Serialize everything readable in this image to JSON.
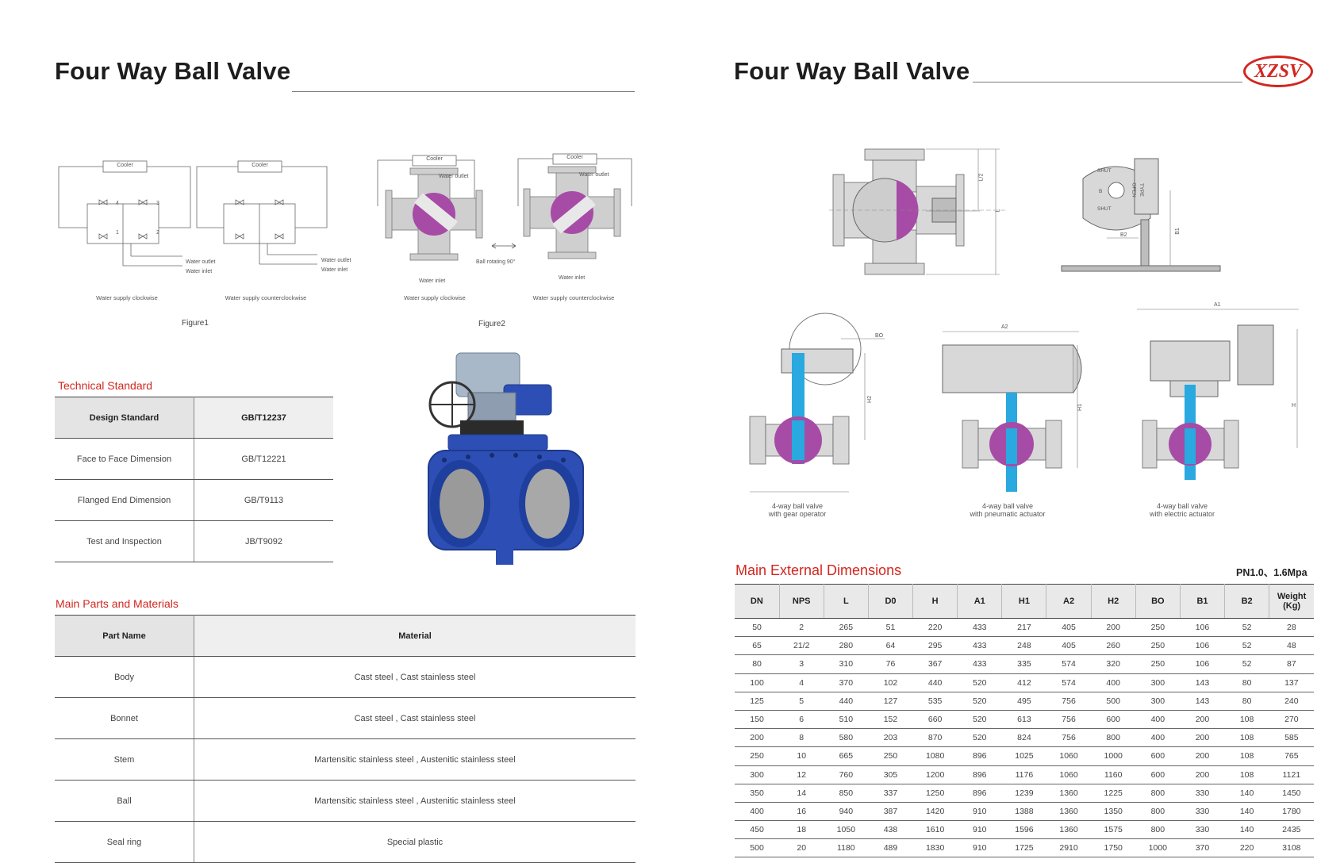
{
  "left": {
    "title": "Four Way Ball Valve",
    "figure1": {
      "label": "Figure1",
      "cooler": "Cooler",
      "valve_numbers": [
        "1",
        "2",
        "3",
        "4"
      ],
      "outlet": "Water outlet",
      "inlet": "Water inlet",
      "caption_cw": "Water supply clockwise",
      "caption_ccw": "Water supply counterclockwise"
    },
    "figure2": {
      "label": "Figure2",
      "cooler": "Cooler",
      "outlet": "Water outlet",
      "inlet": "Water inlet",
      "rotating": "Ball rotating 90°",
      "caption_cw": "Water supply clockwise",
      "caption_ccw": "Water supply counterclockwise"
    },
    "technical_standard": {
      "heading": "Technical Standard",
      "header": [
        "Design Standard",
        "GB/T12237"
      ],
      "rows": [
        [
          "Face to Face Dimension",
          "GB/T12221"
        ],
        [
          "Flanged End Dimension",
          "GB/T9113"
        ],
        [
          "Test and Inspection",
          "JB/T9092"
        ]
      ]
    },
    "parts": {
      "heading": "Main Parts and Materials",
      "header": [
        "Part Name",
        "Material"
      ],
      "rows": [
        [
          "Body",
          "Cast steel , Cast stainless steel"
        ],
        [
          "Bonnet",
          "Cast steel , Cast stainless steel"
        ],
        [
          "Stem",
          "Martensitic stainless steel , Austenitic stainless steel"
        ],
        [
          "Ball",
          "Martensitic stainless steel , Austenitic stainless steel"
        ],
        [
          "Seal ring",
          "Special plastic"
        ]
      ]
    }
  },
  "right": {
    "title": "Four Way Ball Valve",
    "logo": "XZSV",
    "drawing_labels": {
      "l2": "L/2",
      "l": "L",
      "shut": "SHUT",
      "open": "OPEN",
      "b": "B",
      "type": "TYPE",
      "b1": "B1",
      "b2": "B2",
      "bo": "BO",
      "a1": "A1",
      "a2": "A2",
      "h": "H",
      "h1": "H1",
      "h2": "H2"
    },
    "captions": {
      "gear_l1": "4-way ball valve",
      "gear_l2": "with gear  operator",
      "pneu_l1": "4-way ball valve",
      "pneu_l2": "with pneumatic  actuator",
      "elec_l1": "4-way ball valve",
      "elec_l2": "with electric actuator"
    },
    "dimensions": {
      "heading": "Main External Dimensions",
      "pressure": "PN1.0、1.6Mpa",
      "columns": [
        "DN",
        "NPS",
        "L",
        "D0",
        "H",
        "A1",
        "H1",
        "A2",
        "H2",
        "BO",
        "B1",
        "B2",
        "Weight (Kg)"
      ],
      "rows": [
        [
          "50",
          "2",
          "265",
          "51",
          "220",
          "433",
          "217",
          "405",
          "200",
          "250",
          "106",
          "52",
          "28"
        ],
        [
          "65",
          "21/2",
          "280",
          "64",
          "295",
          "433",
          "248",
          "405",
          "260",
          "250",
          "106",
          "52",
          "48"
        ],
        [
          "80",
          "3",
          "310",
          "76",
          "367",
          "433",
          "335",
          "574",
          "320",
          "250",
          "106",
          "52",
          "87"
        ],
        [
          "100",
          "4",
          "370",
          "102",
          "440",
          "520",
          "412",
          "574",
          "400",
          "300",
          "143",
          "80",
          "137"
        ],
        [
          "125",
          "5",
          "440",
          "127",
          "535",
          "520",
          "495",
          "756",
          "500",
          "300",
          "143",
          "80",
          "240"
        ],
        [
          "150",
          "6",
          "510",
          "152",
          "660",
          "520",
          "613",
          "756",
          "600",
          "400",
          "200",
          "108",
          "270"
        ],
        [
          "200",
          "8",
          "580",
          "203",
          "870",
          "520",
          "824",
          "756",
          "800",
          "400",
          "200",
          "108",
          "585"
        ],
        [
          "250",
          "10",
          "665",
          "250",
          "1080",
          "896",
          "1025",
          "1060",
          "1000",
          "600",
          "200",
          "108",
          "765"
        ],
        [
          "300",
          "12",
          "760",
          "305",
          "1200",
          "896",
          "1176",
          "1060",
          "1160",
          "600",
          "200",
          "108",
          "1121"
        ],
        [
          "350",
          "14",
          "850",
          "337",
          "1250",
          "896",
          "1239",
          "1360",
          "1225",
          "800",
          "330",
          "140",
          "1450"
        ],
        [
          "400",
          "16",
          "940",
          "387",
          "1420",
          "910",
          "1388",
          "1360",
          "1350",
          "800",
          "330",
          "140",
          "1780"
        ],
        [
          "450",
          "18",
          "1050",
          "438",
          "1610",
          "910",
          "1596",
          "1360",
          "1575",
          "800",
          "330",
          "140",
          "2435"
        ],
        [
          "500",
          "20",
          "1180",
          "489",
          "1830",
          "910",
          "1725",
          "2910",
          "1750",
          "1000",
          "370",
          "220",
          "3108"
        ]
      ]
    }
  },
  "colors": {
    "accent_red": "#d2261f",
    "valve_blue": "#2d4fb5",
    "ball_magenta": "#a64ca6",
    "stem_cyan": "#29a9e0"
  }
}
